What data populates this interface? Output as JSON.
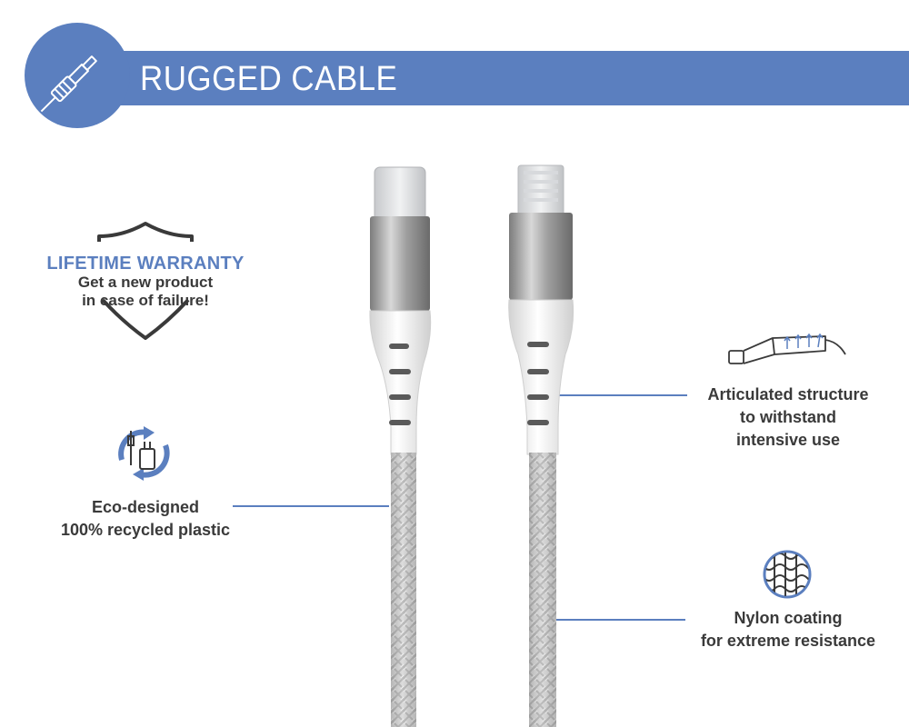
{
  "header": {
    "title": "RUGGED CABLE",
    "badge_icon": "cable-icon",
    "color": "#5b7fbf"
  },
  "warranty": {
    "icon": "shield-icon",
    "title": "LIFETIME WARRANTY",
    "lines": [
      "Get a new product",
      "in case of failure!"
    ]
  },
  "features": [
    {
      "icon": "recycle-charger-icon",
      "lines": [
        "Eco-designed",
        "100% recycled plastic"
      ]
    },
    {
      "icon": "bending-cable-icon",
      "lines": [
        "Articulated structure",
        "to withstand",
        "intensive use"
      ]
    },
    {
      "icon": "nylon-mesh-icon",
      "lines": [
        "Nylon coating",
        "for extreme resistance"
      ]
    }
  ],
  "product": {
    "connectors": [
      "usb-c-connector",
      "lightning-connector"
    ],
    "cable_color": "#d9d9d9"
  }
}
